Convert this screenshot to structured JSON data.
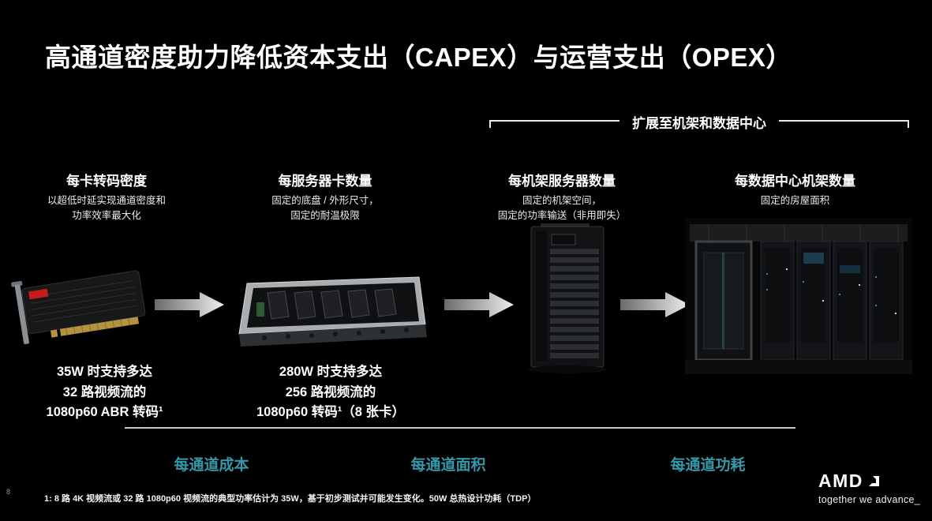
{
  "slide": {
    "page_number": "8",
    "title": "高通道密度助力降低资本支出（CAPEX）与运营支出（OPEX）",
    "bracket_label": "扩展至机架和数据中心",
    "footnote": "1: 8 路 4K 视频流或 32 路 1080p60 视频流的典型功率估计为 35W，基于初步测试并可能发生变化。50W 总热设计功耗（TDP）",
    "brand": {
      "name": "AMD",
      "tagline": "together we advance_"
    }
  },
  "columns": [
    {
      "header": "每卡转码密度",
      "subtext": "以超低时延实现通道密度和\n功率效率最大化",
      "caption": "35W 时支持多达\n32 路视频流的\n1080p60 ABR 转码¹",
      "image": "pcie-card"
    },
    {
      "header": "每服务器卡数量",
      "subtext": "固定的底盘 / 外形尺寸，\n固定的耐温极限",
      "caption": "280W 时支持多达\n256 路视频流的\n1080p60 转码¹（8 张卡）",
      "image": "server-chassis"
    },
    {
      "header": "每机架服务器数量",
      "subtext": "固定的机架空间，\n固定的功率输送（非用即失）",
      "image": "server-rack"
    },
    {
      "header": "每数据中心机架数量",
      "subtext": "固定的房屋面积",
      "image": "data-center"
    }
  ],
  "metrics": [
    {
      "label": "每通道成本"
    },
    {
      "label": "每通道面积"
    },
    {
      "label": "每通道功耗"
    }
  ],
  "colors": {
    "accent_teal": "#3598a8",
    "background": "#000000",
    "text": "#ffffff"
  }
}
